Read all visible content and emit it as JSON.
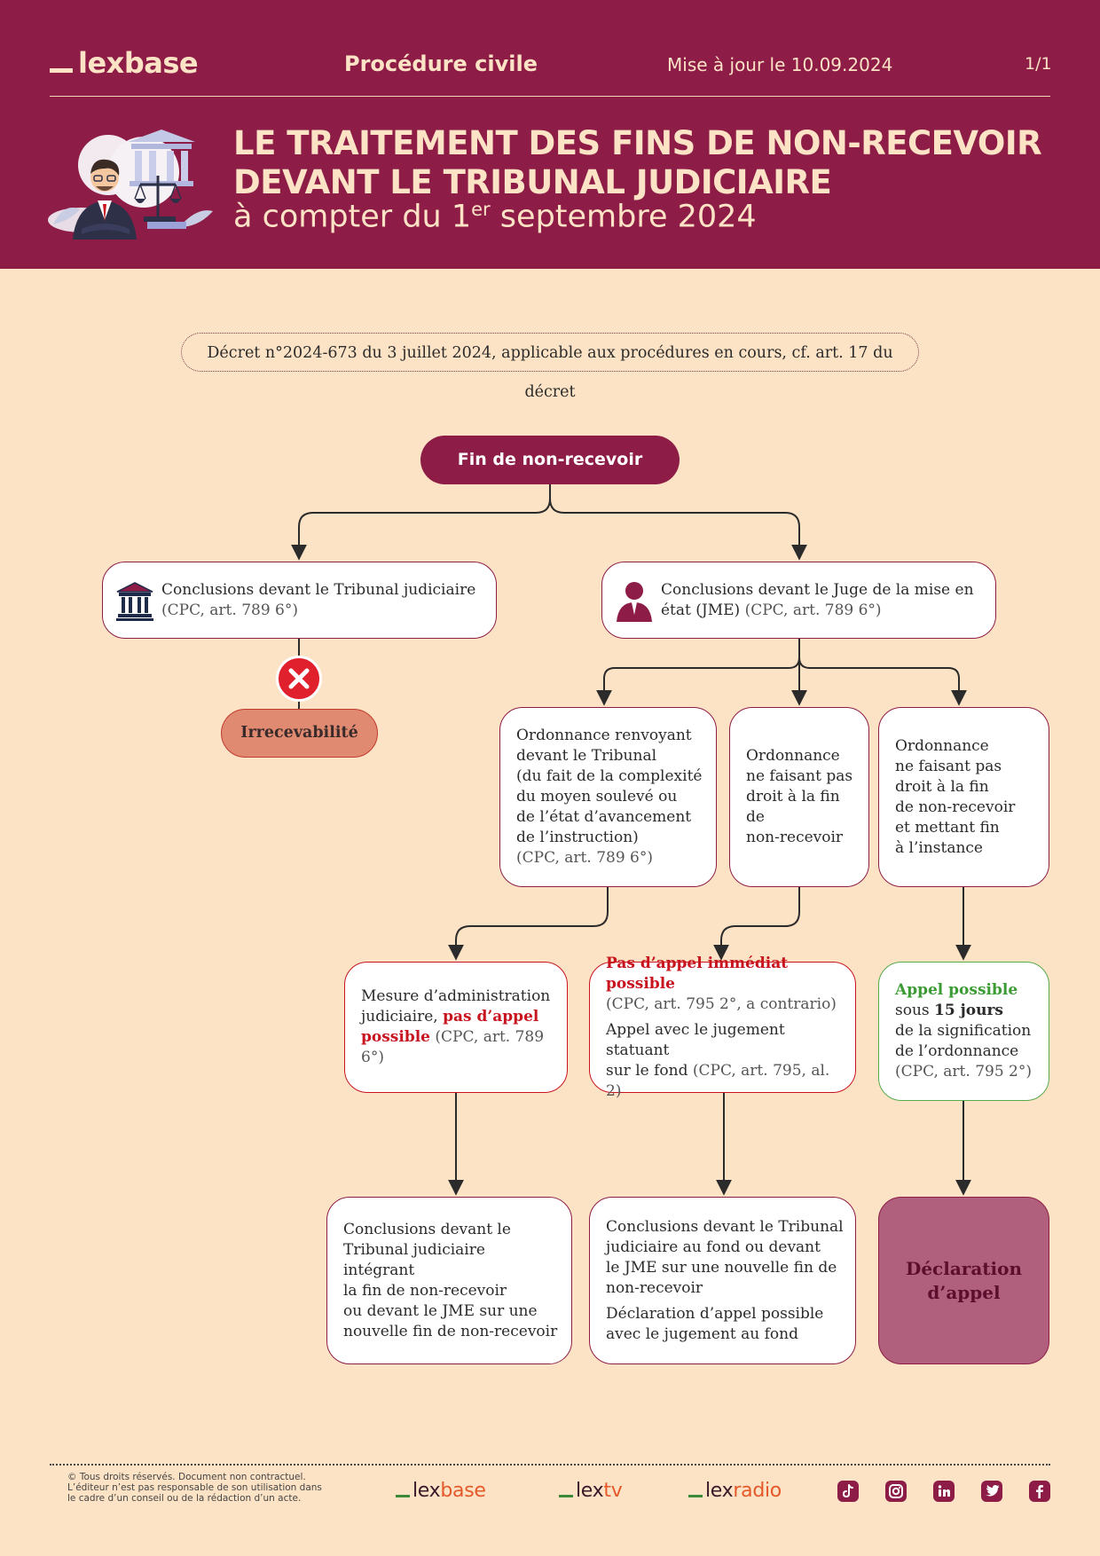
{
  "header": {
    "logo": "lexbase",
    "category": "Procédure civile",
    "update": "Mise à jour le 10.09.2024",
    "page": "1/1",
    "title_line1": "LE TRAITEMENT DES FINS DE NON-RECEVOIR",
    "title_line2": "DEVANT LE TRIBUNAL JUDICIAIRE",
    "subtitle_pre": "à compter du 1",
    "subtitle_sup": "er",
    "subtitle_post": " septembre 2024"
  },
  "decree": "Décret n°2024-673 du 3 juillet 2024, applicable aux procédures en cours, cf. art. 17 du décret",
  "flow": {
    "root": "Fin de non-recevoir",
    "tribunal": {
      "main": "Conclusions devant le Tribunal judiciaire",
      "ref": "(CPC, art. 789 6°)"
    },
    "jme": {
      "main": "Conclusions devant le Juge de la mise en état (JME)",
      "ref": " (CPC, art. 789 6°)"
    },
    "irrecevabilite": "Irrecevabilité",
    "renvoi": {
      "lines": [
        "Ordonnance renvoyant",
        "devant le Tribunal",
        "(du fait de la complexité",
        "du moyen soulevé ou",
        "de l’état d’avancement",
        "de l’instruction)"
      ],
      "ref": "(CPC, art. 789 6°)"
    },
    "non_droit": {
      "lines": [
        "Ordonnance",
        "ne faisant pas",
        "droit à la fin de",
        "non-recevoir"
      ]
    },
    "droit": {
      "lines": [
        "Ordonnance",
        "ne faisant pas",
        "droit à la fin",
        "de non-recevoir",
        "et mettant fin",
        "à l’instance"
      ]
    },
    "mesure": {
      "text1": "Mesure d’administration",
      "text2": "judiciaire, ",
      "red": "pas d’appel",
      "red2": "possible",
      "ref": " (CPC, art. 789 6°)"
    },
    "pas_appel": {
      "red": "Pas d’appel immédiat possible",
      "ref1": "(CPC, art. 795 2°, a contrario)",
      "text1": "Appel avec le jugement statuant",
      "text2": "sur le fond ",
      "ref2": "(CPC, art. 795, al. 2)"
    },
    "appel": {
      "green": "Appel possible",
      "text_pre": "sous ",
      "bold": "15 jours",
      "line3": "de la signification",
      "line4": "de l’ordonnance",
      "ref": "(CPC, art. 795 2°)"
    },
    "concl_left": {
      "lines": [
        "Conclusions devant le",
        "Tribunal judiciaire intégrant",
        "la fin de non-recevoir",
        "ou devant le JME sur une",
        "nouvelle fin de non-recevoir"
      ]
    },
    "concl_mid": {
      "lines": [
        "Conclusions devant le Tribunal",
        "judiciaire au fond ou devant",
        "le JME sur une nouvelle fin de",
        "non-recevoir"
      ],
      "lines2": [
        "Déclaration d’appel possible",
        "avec le jugement au fond"
      ]
    },
    "declaration": {
      "line1": "Déclaration",
      "line2": "d’appel"
    }
  },
  "footer": {
    "legal": [
      "© Tous droits réservés. Document non contractuel.",
      "L’éditeur n’est pas responsable de son utilisation dans",
      "le cadre d’un conseil ou de la rédaction d’un acte."
    ],
    "brands": [
      {
        "a": "lex",
        "b": "base"
      },
      {
        "a": "lex",
        "b": "tv"
      },
      {
        "a": "lex",
        "b": "radio"
      }
    ],
    "social_icons": [
      "tiktok-icon",
      "instagram-icon",
      "linkedin-icon",
      "twitter-icon",
      "facebook-icon"
    ]
  },
  "colors": {
    "brand": "#8d1c47",
    "background": "#fde3c6",
    "red": "#c8141e",
    "green": "#3c9b34",
    "salmon": "#e08a72",
    "mauve": "#b0607c"
  }
}
